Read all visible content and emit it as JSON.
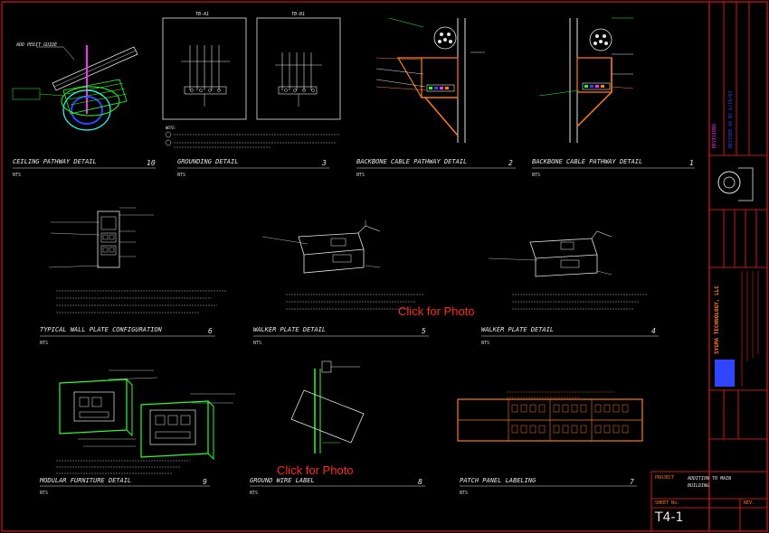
{
  "links": {
    "click_photo_1": "Click for Photo",
    "click_photo_2": "Click for Photo"
  },
  "details": [
    {
      "title": "CEILING PATHWAY DETAIL",
      "number": "10",
      "scale": "NTS"
    },
    {
      "title": "GROUNDING DETAIL",
      "number": "3",
      "scale": "NTS"
    },
    {
      "title": "BACKBONE CABLE PATHWAY DETAIL",
      "number": "2",
      "scale": "NTS"
    },
    {
      "title": "BACKBONE CABLE PATHWAY DETAIL",
      "number": "1",
      "scale": "NTS"
    },
    {
      "title": "TYPICAL WALL PLATE CONFIGURATION",
      "number": "6",
      "scale": "NTS"
    },
    {
      "title": "WALKER PLATE DETAIL",
      "number": "5",
      "scale": "NTS"
    },
    {
      "title": "WALKER PLATE DETAIL",
      "number": "4",
      "scale": "NTS"
    },
    {
      "title": "MODULAR FURNITURE DETAIL",
      "number": "9",
      "scale": "NTS"
    },
    {
      "title": "GROUND WIRE LABEL",
      "number": "8",
      "scale": "NTS"
    },
    {
      "title": "PATCH PANEL LABELING",
      "number": "7",
      "scale": "NTS"
    }
  ],
  "callouts": {
    "ceiling": "ADD PEDIT GUIDE",
    "grounding_left": "TB-A1",
    "grounding_right": "TB-B1",
    "notes_label": "NOTE:"
  },
  "title_block": {
    "sheet_number": "T4-1",
    "sheet_title_1": "ADDITION TO MAIN",
    "sheet_title_2": "BUILDING",
    "company": "SYGMA TECHNOLOGY, LLC",
    "project_label": "PROJECT",
    "sheet_label": "SHEET No.",
    "rev_label": "REV.",
    "revision_label": "REVISIONS",
    "revision_text": "REVISED AS BY 6/10/03"
  },
  "colors": {
    "line": "#ff1a1a",
    "text": "#e6e6e6",
    "accent_green": "#27ff27",
    "accent_orange": "#ff7a1a",
    "accent_blue": "#2f45ff",
    "accent_magenta": "#ff2aff",
    "accent_cyan": "#29ffff"
  }
}
